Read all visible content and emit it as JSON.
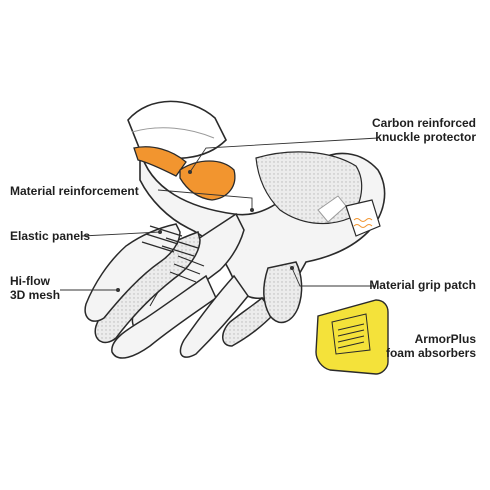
{
  "labels": {
    "carbon": [
      "Carbon reinforced",
      "knuckle protector"
    ],
    "material_reinforcement": "Material reinforcement",
    "elastic_panels": "Elastic panels",
    "hi_flow": [
      "Hi-flow",
      "3D mesh"
    ],
    "grip_patch": "Material grip patch",
    "armorplus": [
      "ArmorPlus",
      "foam absorbers"
    ]
  },
  "colors": {
    "outline": "#2a2a2a",
    "glove_fill": "#f4f4f4",
    "mesh_fill": "#e3e3e3",
    "knuckle": "#f2952f",
    "armor": "#f4e23a",
    "leader": "#333333"
  }
}
